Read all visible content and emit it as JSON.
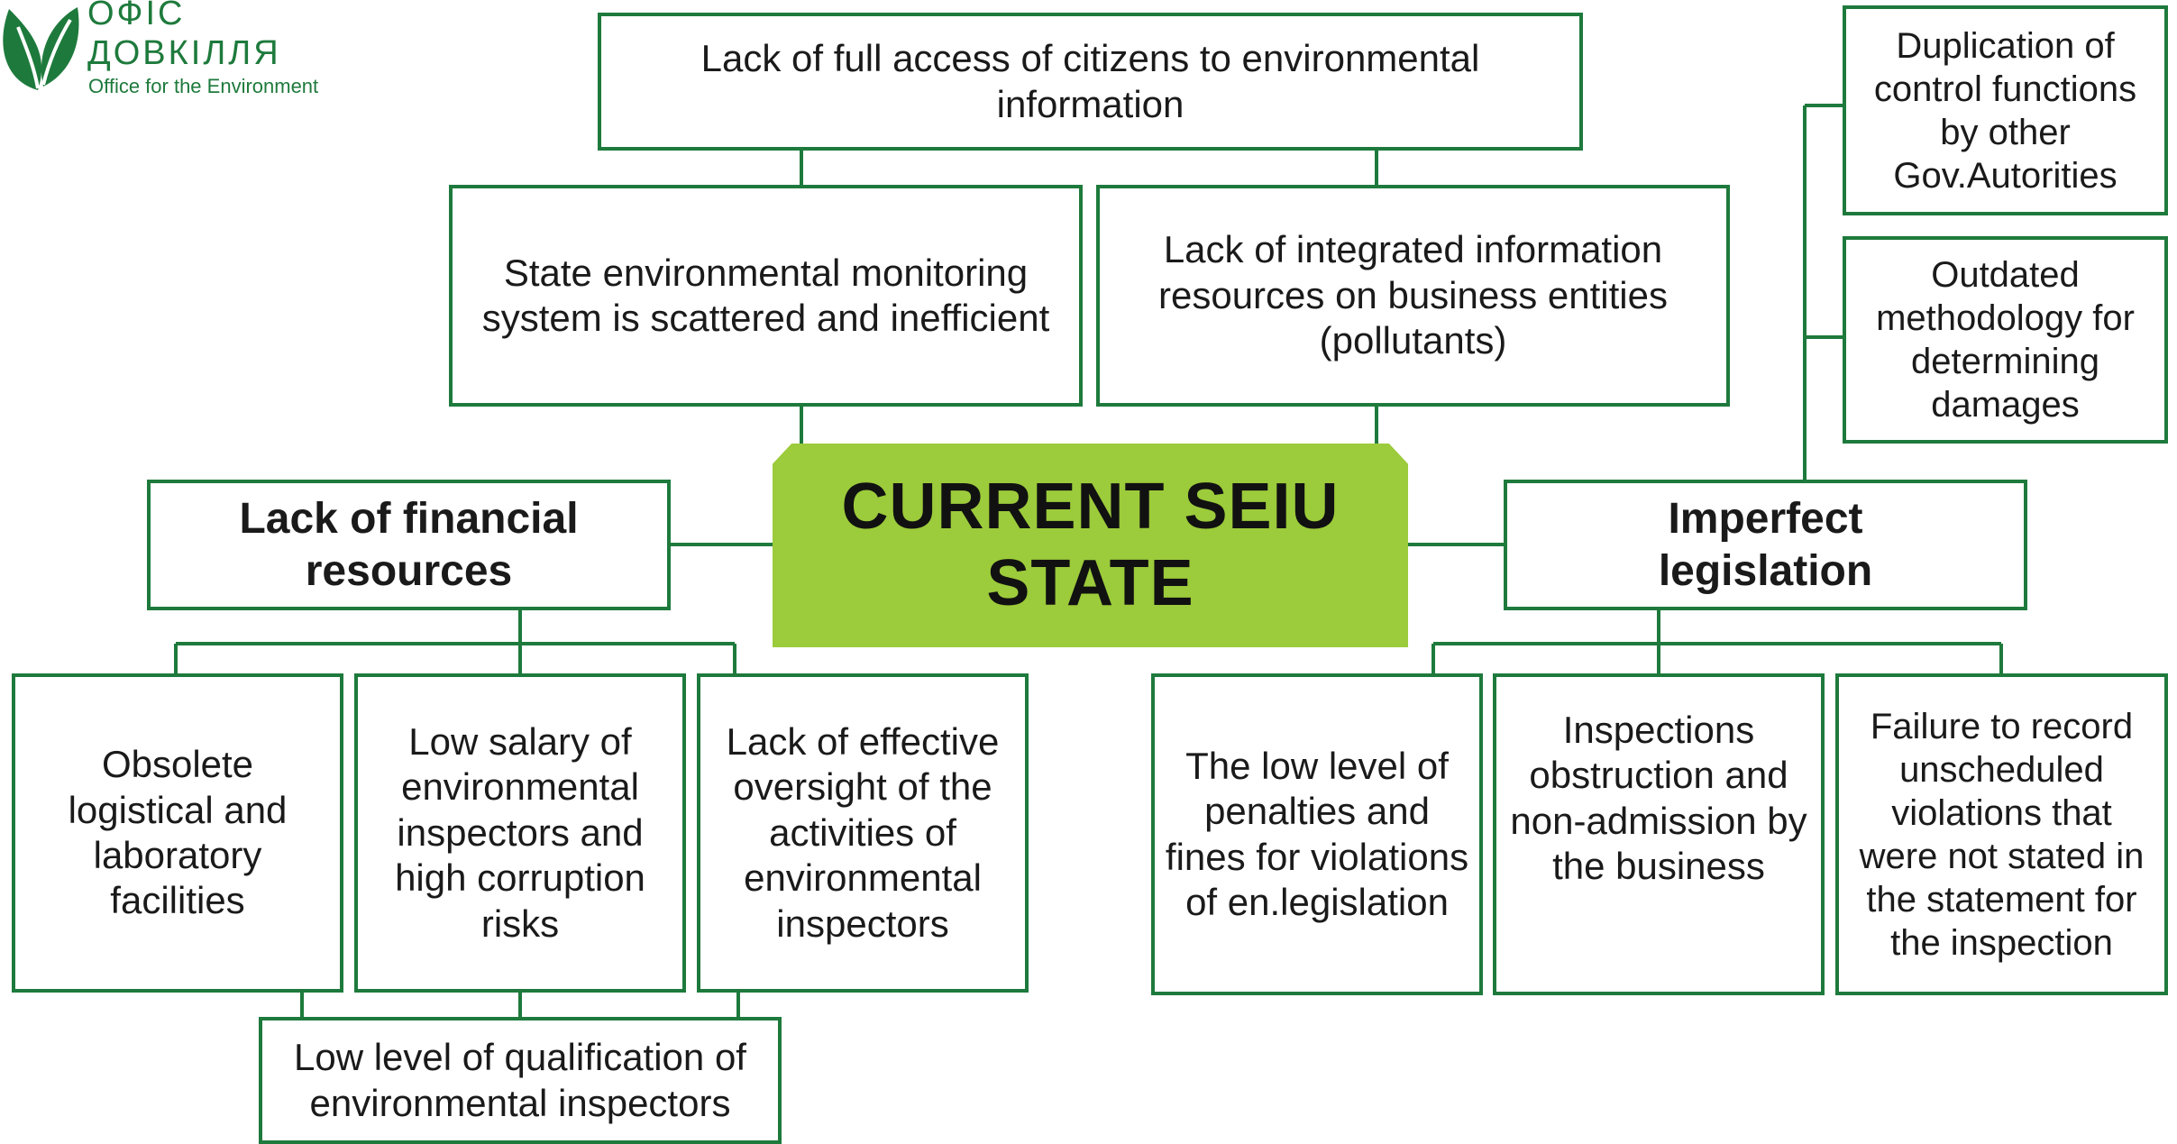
{
  "logo": {
    "line1": "ОФІС",
    "line2": "ДОВКІЛЛЯ",
    "line3": "Office for the Environment"
  },
  "center": {
    "label": "CURRENT SEIU\nSTATE"
  },
  "top_box": {
    "label": "Lack of full access of citizens to environmental information"
  },
  "monitoring_box": {
    "label": "State environmental monitoring system is scattered and inefficient"
  },
  "integrated_box": {
    "label": "Lack of integrated information resources on business entities (pollutants)"
  },
  "financial_box": {
    "label": "Lack of financial resources"
  },
  "legislation_box": {
    "label": "Imperfect legislation"
  },
  "duplication_box": {
    "label": "Duplication of control functions by other Gov.Autorities"
  },
  "methodology_box": {
    "label": "Outdated methodology for determining damages"
  },
  "obsolete_box": {
    "label": "Obsolete logistical and laboratory facilities"
  },
  "salary_box": {
    "label": "Low salary of environmental inspectors and high corruption risks"
  },
  "oversight_box": {
    "label": "Lack of effective oversight of the activities of environmental inspectors"
  },
  "qualification_box": {
    "label": "Low level of qualification of environmental inspectors"
  },
  "penalties_box": {
    "label": "The low level of penalties and fines for violations of en.legislation"
  },
  "obstruction_box": {
    "label": "Inspections obstruction and non-admission by the business"
  },
  "failure_box": {
    "label": "Failure to record unscheduled violations that were not stated in the statement for the inspection"
  },
  "colors": {
    "border": "#1e7a3c",
    "center_fill": "#9ccb3b",
    "logo": "#1e7a3c"
  }
}
